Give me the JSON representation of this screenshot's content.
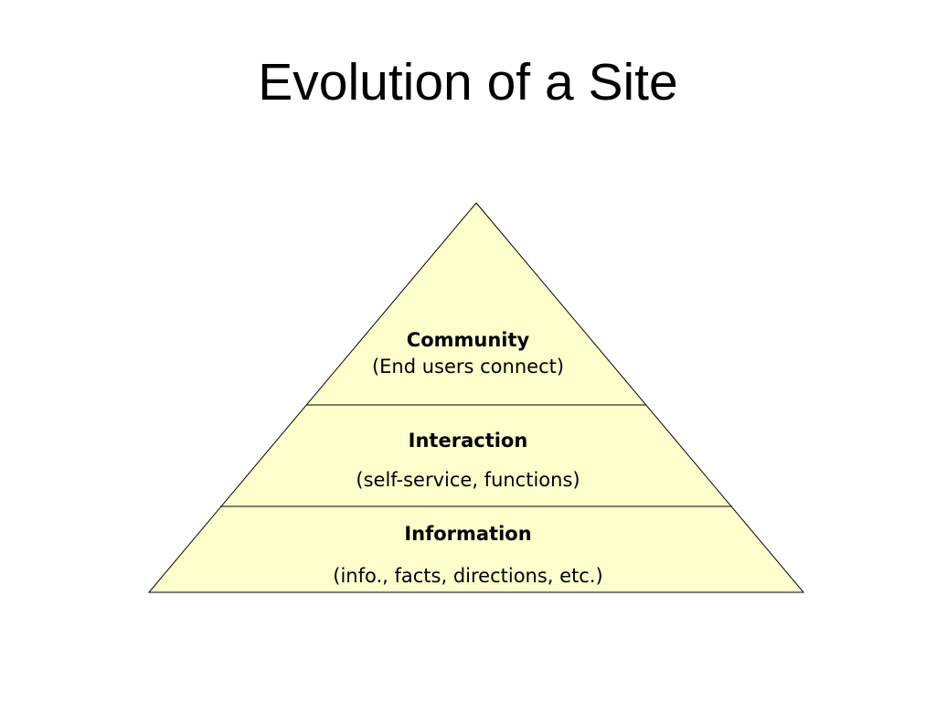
{
  "title": "Evolution of a Site",
  "pyramid": {
    "fill": "#ffffcc",
    "stroke": "#000000",
    "tiers": [
      {
        "heading": "Community",
        "subtitle": "(End users connect)"
      },
      {
        "heading": "Interaction",
        "subtitle": "(self-service, functions)"
      },
      {
        "heading": "Information",
        "subtitle": "(info., facts, directions, etc.)"
      }
    ]
  }
}
